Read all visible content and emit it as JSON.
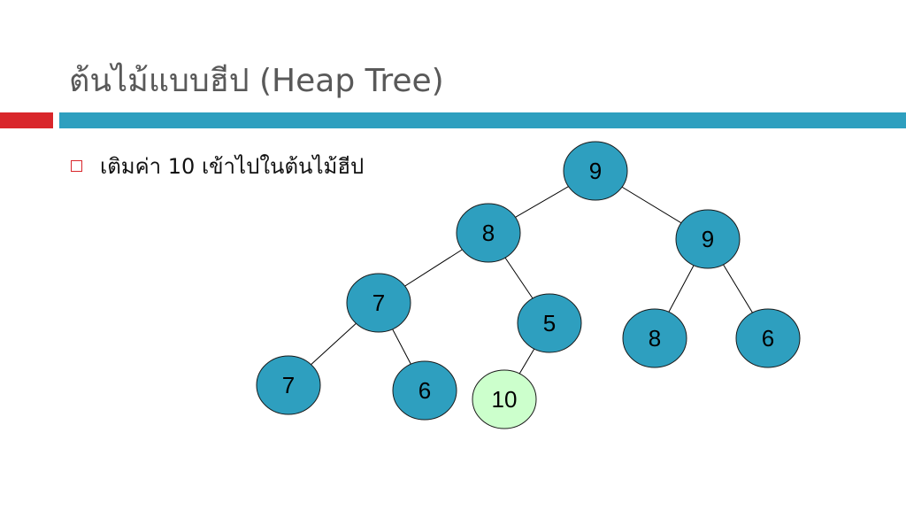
{
  "slide": {
    "title": "ต้นไม้แบบฮีป (Heap Tree)",
    "bullet": "เติมค่า 10 เข้าไปในต้นไม้ฮีป"
  },
  "colors": {
    "node_fill": "#2e9fbf",
    "new_node_fill": "#ccffcc",
    "title_text": "#595959",
    "accent_red": "#d9262b",
    "accent_teal": "#2e9fbf"
  },
  "tree": {
    "nodes": [
      {
        "id": "n1",
        "value": "9",
        "parent": null
      },
      {
        "id": "n2",
        "value": "8",
        "parent": "n1"
      },
      {
        "id": "n3",
        "value": "9",
        "parent": "n1"
      },
      {
        "id": "n4",
        "value": "7",
        "parent": "n2"
      },
      {
        "id": "n5",
        "value": "5",
        "parent": "n2"
      },
      {
        "id": "n6",
        "value": "8",
        "parent": "n3"
      },
      {
        "id": "n7",
        "value": "6",
        "parent": "n3"
      },
      {
        "id": "n8",
        "value": "7",
        "parent": "n4"
      },
      {
        "id": "n9",
        "value": "6",
        "parent": "n4"
      },
      {
        "id": "n10",
        "value": "10",
        "parent": "n5",
        "inserted": true
      }
    ]
  }
}
